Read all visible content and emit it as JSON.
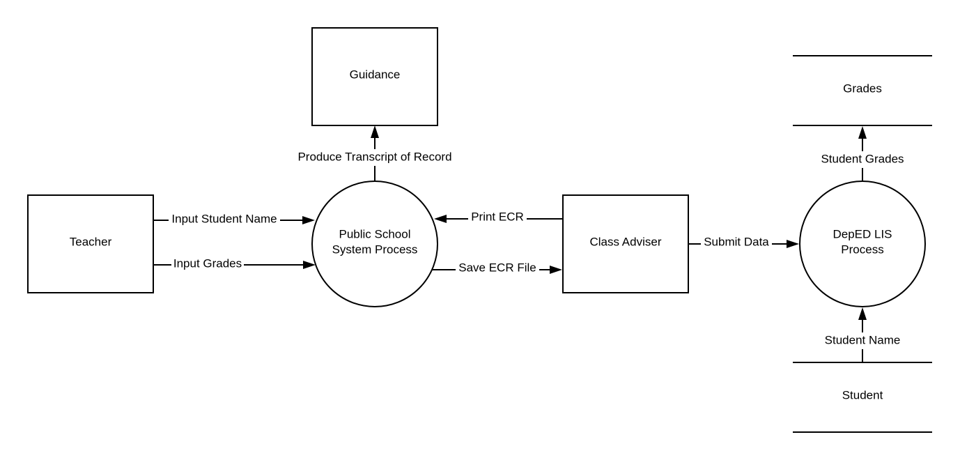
{
  "nodes": {
    "teacher": {
      "label": "Teacher",
      "kind": "external-entity"
    },
    "guidance": {
      "label": "Guidance",
      "kind": "external-entity"
    },
    "class_adviser": {
      "label": "Class Adviser",
      "kind": "external-entity"
    },
    "public_school": {
      "label_line1": "Public School",
      "label_line2": "System Process",
      "kind": "process"
    },
    "deped_lis": {
      "label_line1": "DepED LIS",
      "label_line2": "Process",
      "kind": "process"
    },
    "grades_store": {
      "label": "Grades",
      "kind": "data-store"
    },
    "student_store": {
      "label": "Student",
      "kind": "data-store"
    }
  },
  "flows": {
    "input_student_name": {
      "label": "Input Student Name",
      "from": "Teacher",
      "to": "Public School System Process"
    },
    "input_grades": {
      "label": "Input Grades",
      "from": "Teacher",
      "to": "Public School System Process"
    },
    "produce_transcript": {
      "label": "Produce Transcript of Record",
      "from": "Public School System Process",
      "to": "Guidance"
    },
    "print_ecr": {
      "label": "Print ECR",
      "from": "Class Adviser",
      "to": "Public School System Process"
    },
    "save_ecr_file": {
      "label": "Save ECR File",
      "from": "Public School System Process",
      "to": "Class Adviser"
    },
    "submit_data": {
      "label": "Submit Data",
      "from": "Class Adviser",
      "to": "DepED LIS Process"
    },
    "student_grades": {
      "label": "Student Grades",
      "from": "DepED LIS Process",
      "to": "Grades"
    },
    "student_name": {
      "label": "Student Name",
      "from": "Student",
      "to": "DepED LIS Process"
    }
  },
  "colors": {
    "stroke": "#000000",
    "background": "#ffffff",
    "text": "#000000"
  }
}
